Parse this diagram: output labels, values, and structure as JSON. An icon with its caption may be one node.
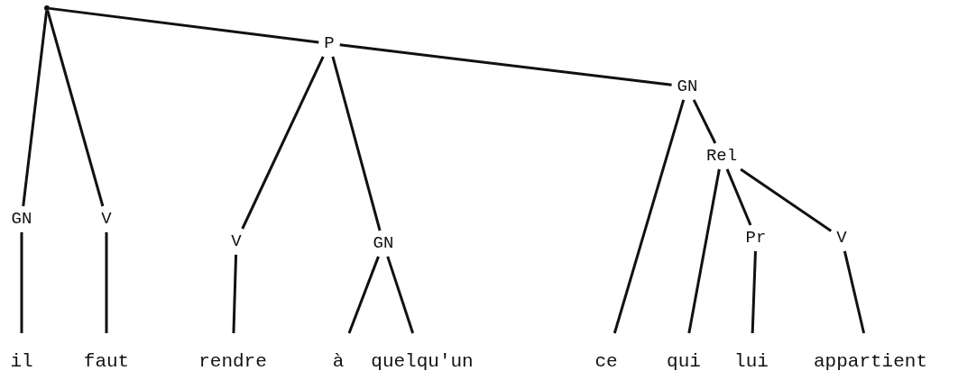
{
  "diagram": {
    "nodes": [
      {
        "text": [],
        "shape": "point"
      },
      {
        "text": [
          "P"
        ]
      },
      {
        "text": [
          "GN"
        ]
      },
      {
        "text": [
          "GN"
        ]
      },
      {
        "text": [
          "V"
        ]
      },
      {
        "text": [
          "V"
        ]
      },
      {
        "text": [
          "GN"
        ]
      },
      {
        "text": [
          "Rel"
        ]
      },
      {
        "text": [
          "Pr"
        ]
      },
      {
        "text": [
          "V"
        ]
      },
      {
        "text": [
          "il"
        ]
      },
      {
        "text": [
          "faut"
        ]
      },
      {
        "text": [
          "rendre"
        ]
      },
      {
        "text": [
          "à"
        ]
      },
      {
        "text": [
          "quelqu'un"
        ]
      },
      {
        "text": [
          "ce"
        ]
      },
      {
        "text": [
          "qui"
        ]
      },
      {
        "text": [
          "lui"
        ]
      },
      {
        "text": [
          "appartient"
        ]
      }
    ],
    "edges": [
      {
        "from": 0,
        "to": 1,
        "arrow": "none"
      },
      {
        "from": 0,
        "to": 3,
        "arrow": "none"
      },
      {
        "from": 0,
        "to": 4,
        "arrow": "none"
      },
      {
        "from": 1,
        "to": 5,
        "arrow": "none"
      },
      {
        "from": 1,
        "to": 6,
        "arrow": "none"
      },
      {
        "from": 1,
        "to": 2,
        "arrow": "none"
      },
      {
        "from": 2,
        "to": 15,
        "arrow": "none"
      },
      {
        "from": 2,
        "to": 7,
        "arrow": "none"
      },
      {
        "from": 7,
        "to": 16,
        "arrow": "none"
      },
      {
        "from": 7,
        "to": 8,
        "arrow": "none"
      },
      {
        "from": 7,
        "to": 9,
        "arrow": "none"
      },
      {
        "from": 3,
        "to": 10,
        "arrow": "none"
      },
      {
        "from": 4,
        "to": 11,
        "arrow": "none"
      },
      {
        "from": 5,
        "to": 12,
        "arrow": "none"
      },
      {
        "from": 6,
        "to": 13,
        "arrow": "none"
      },
      {
        "from": 6,
        "to": 14,
        "arrow": "none"
      },
      {
        "from": 8,
        "to": 17,
        "arrow": "none"
      },
      {
        "from": 9,
        "to": 18,
        "arrow": "none"
      }
    ]
  }
}
